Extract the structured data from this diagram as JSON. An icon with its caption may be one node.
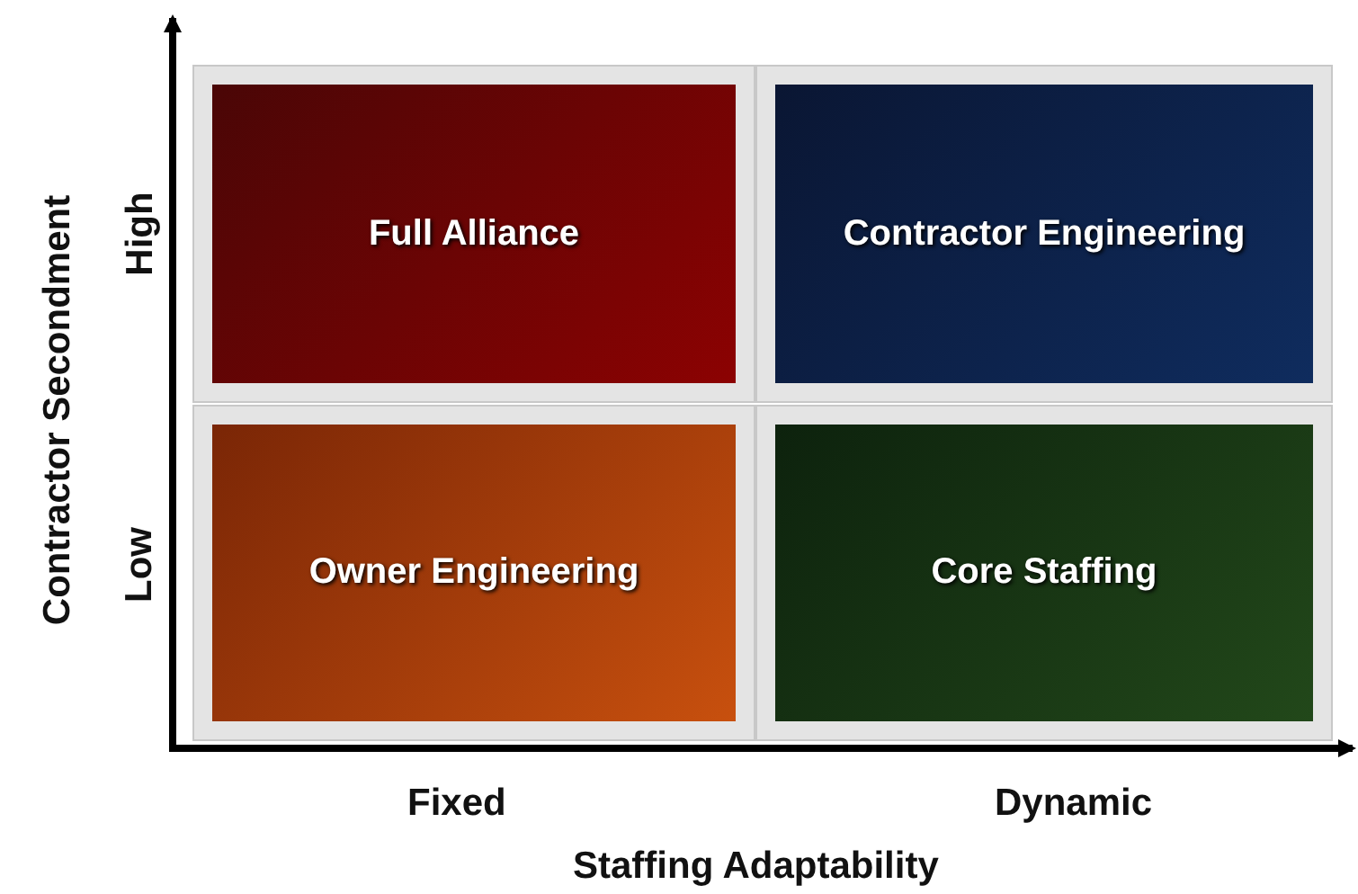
{
  "diagram": {
    "nodes": [
      {
        "text": [
          "Full Alliance"
        ]
      },
      {
        "text": [
          "Contractor Engineering"
        ]
      },
      {
        "text": [
          "Owner Engineering"
        ]
      },
      {
        "text": [
          "Core Staffing"
        ]
      }
    ],
    "edges": [],
    "labels": [
      "Contractor Secondment",
      "High",
      "Low",
      "Fixed",
      "Dynamic",
      "Staffing Adaptability"
    ]
  }
}
